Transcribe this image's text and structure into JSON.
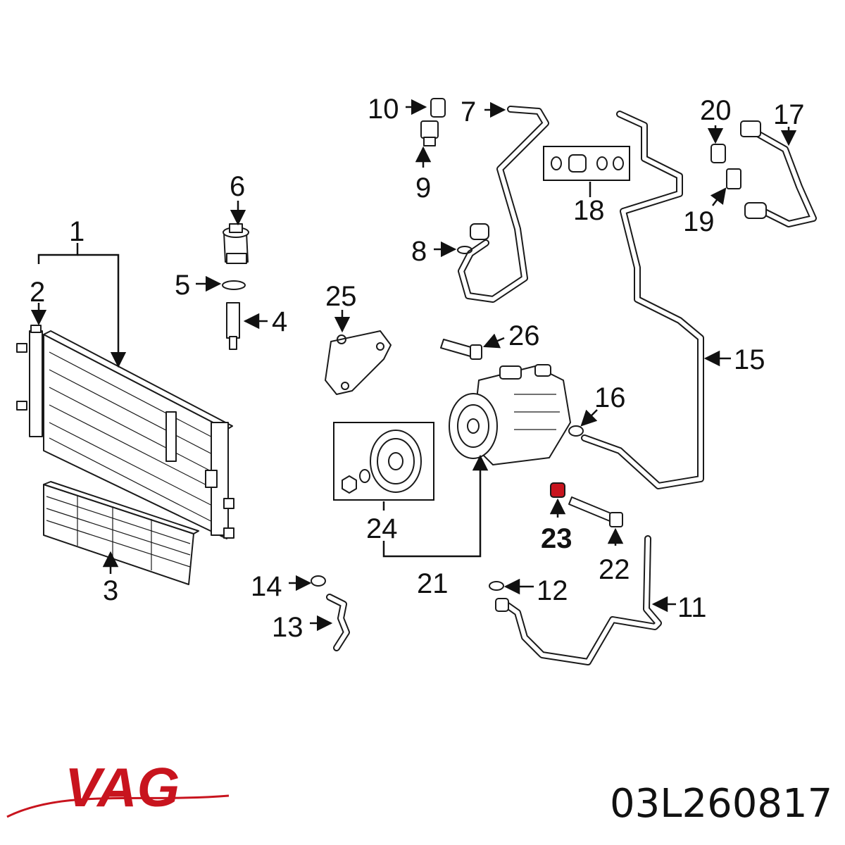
{
  "callouts": {
    "c1": "1",
    "c2": "2",
    "c3": "3",
    "c4": "4",
    "c5": "5",
    "c6": "6",
    "c7": "7",
    "c8": "8",
    "c9": "9",
    "c10": "10",
    "c11": "11",
    "c12": "12",
    "c13": "13",
    "c14": "14",
    "c15": "15",
    "c16": "16",
    "c17": "17",
    "c18": "18",
    "c19": "19",
    "c20": "20",
    "c21": "21",
    "c22": "22",
    "c23": "23",
    "c24": "24",
    "c25": "25",
    "c26": "26"
  },
  "highlighted_callout": "23",
  "highlight_color": "#c8141e",
  "brand": {
    "name": "VAG",
    "color": "#c8141e"
  },
  "part_number": "03L260817"
}
